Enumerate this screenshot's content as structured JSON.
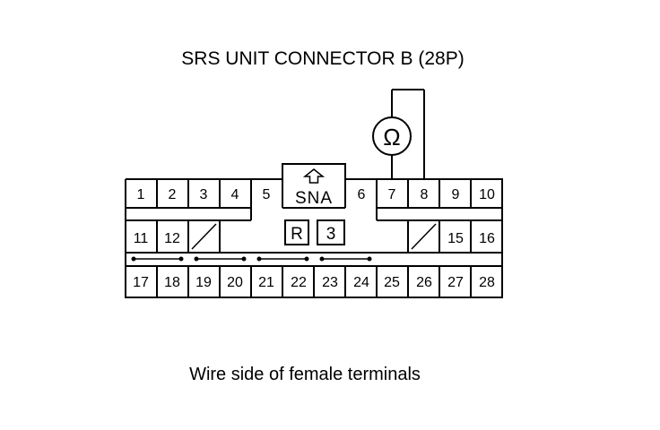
{
  "diagram": {
    "title": "SRS UNIT CONNECTOR B (28P)",
    "caption": "Wire side of female terminals",
    "connector_label": "SNA",
    "markers": [
      "R",
      "3"
    ],
    "meter_symbol": "Ω",
    "meter_icon": "ohmmeter-icon",
    "key_icon": "arrow-up-icon",
    "probe_terminals": [
      "7",
      "8"
    ],
    "terminals": {
      "row1_left": [
        "1",
        "2",
        "3",
        "4",
        "5"
      ],
      "row1_right": [
        "6",
        "7",
        "8",
        "9",
        "10"
      ],
      "row2_left": [
        "11",
        "12"
      ],
      "row2_right": [
        "15",
        "16"
      ],
      "row3": [
        "17",
        "18",
        "19",
        "20",
        "21",
        "22",
        "23",
        "24",
        "25",
        "26",
        "27",
        "28"
      ]
    },
    "shorting_bars": [
      [
        "17",
        "18"
      ],
      [
        "19",
        "20"
      ],
      [
        "21",
        "22"
      ],
      [
        "23",
        "24"
      ]
    ]
  }
}
